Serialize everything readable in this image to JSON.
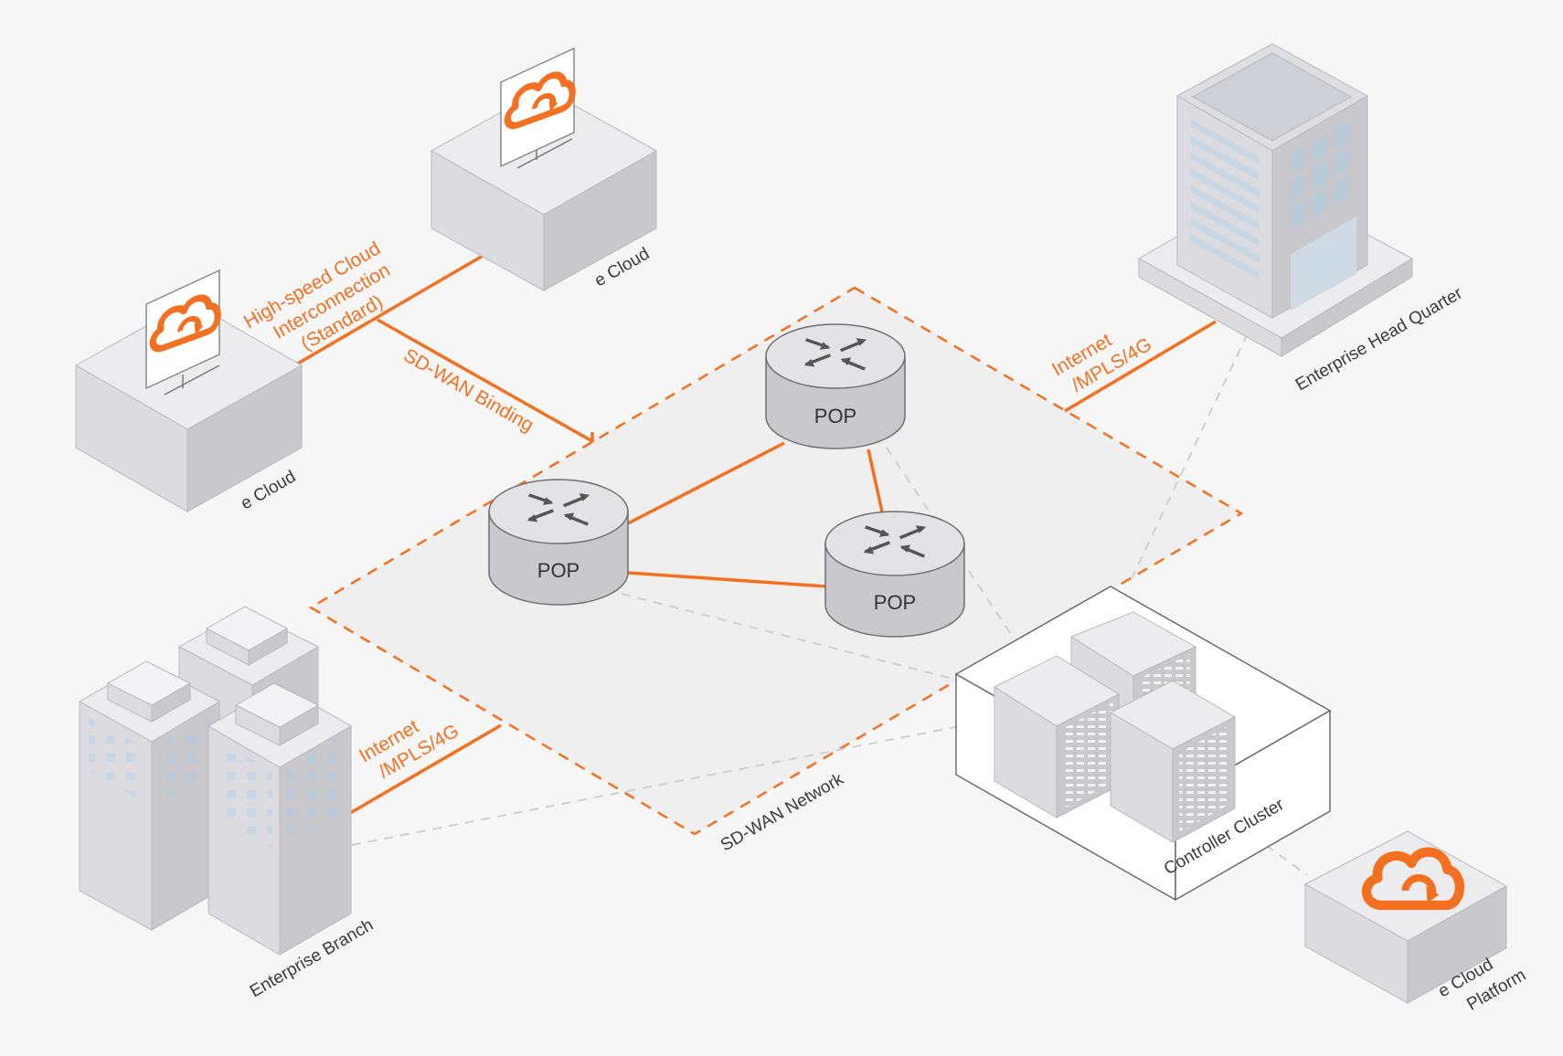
{
  "colors": {
    "accent": "#f37021",
    "box_top": "#ececee",
    "box_left": "#dcdce0",
    "box_right": "#c8c8cd",
    "dashed_gray": "#cfcfcf",
    "text": "#3a3a3a"
  },
  "icons": {
    "cloud": "cloud-sync-icon",
    "router": "router-arrows-icon"
  },
  "labels": {
    "cloud_left": "e Cloud",
    "cloud_top": "e Cloud",
    "hq": "Enterprise Head Quarter",
    "branch": "Enterprise Branch",
    "controller": "Controller Cluster",
    "platform_line1": "e Cloud",
    "platform_line2": "Platform",
    "sdwan_network": "SD-WAN Network",
    "sdwan_binding": "SD-WAN Binding",
    "hs_line1": "High-speed Cloud",
    "hs_line2": "Interconnection",
    "hs_line3": "(Standard)",
    "hq_link_line1": "Internet",
    "hq_link_line2": "/MPLS/4G",
    "branch_link_line1": "Internet",
    "branch_link_line2": "/MPLS/4G"
  },
  "pops": [
    {
      "label": "POP"
    },
    {
      "label": "POP"
    },
    {
      "label": "POP"
    }
  ]
}
